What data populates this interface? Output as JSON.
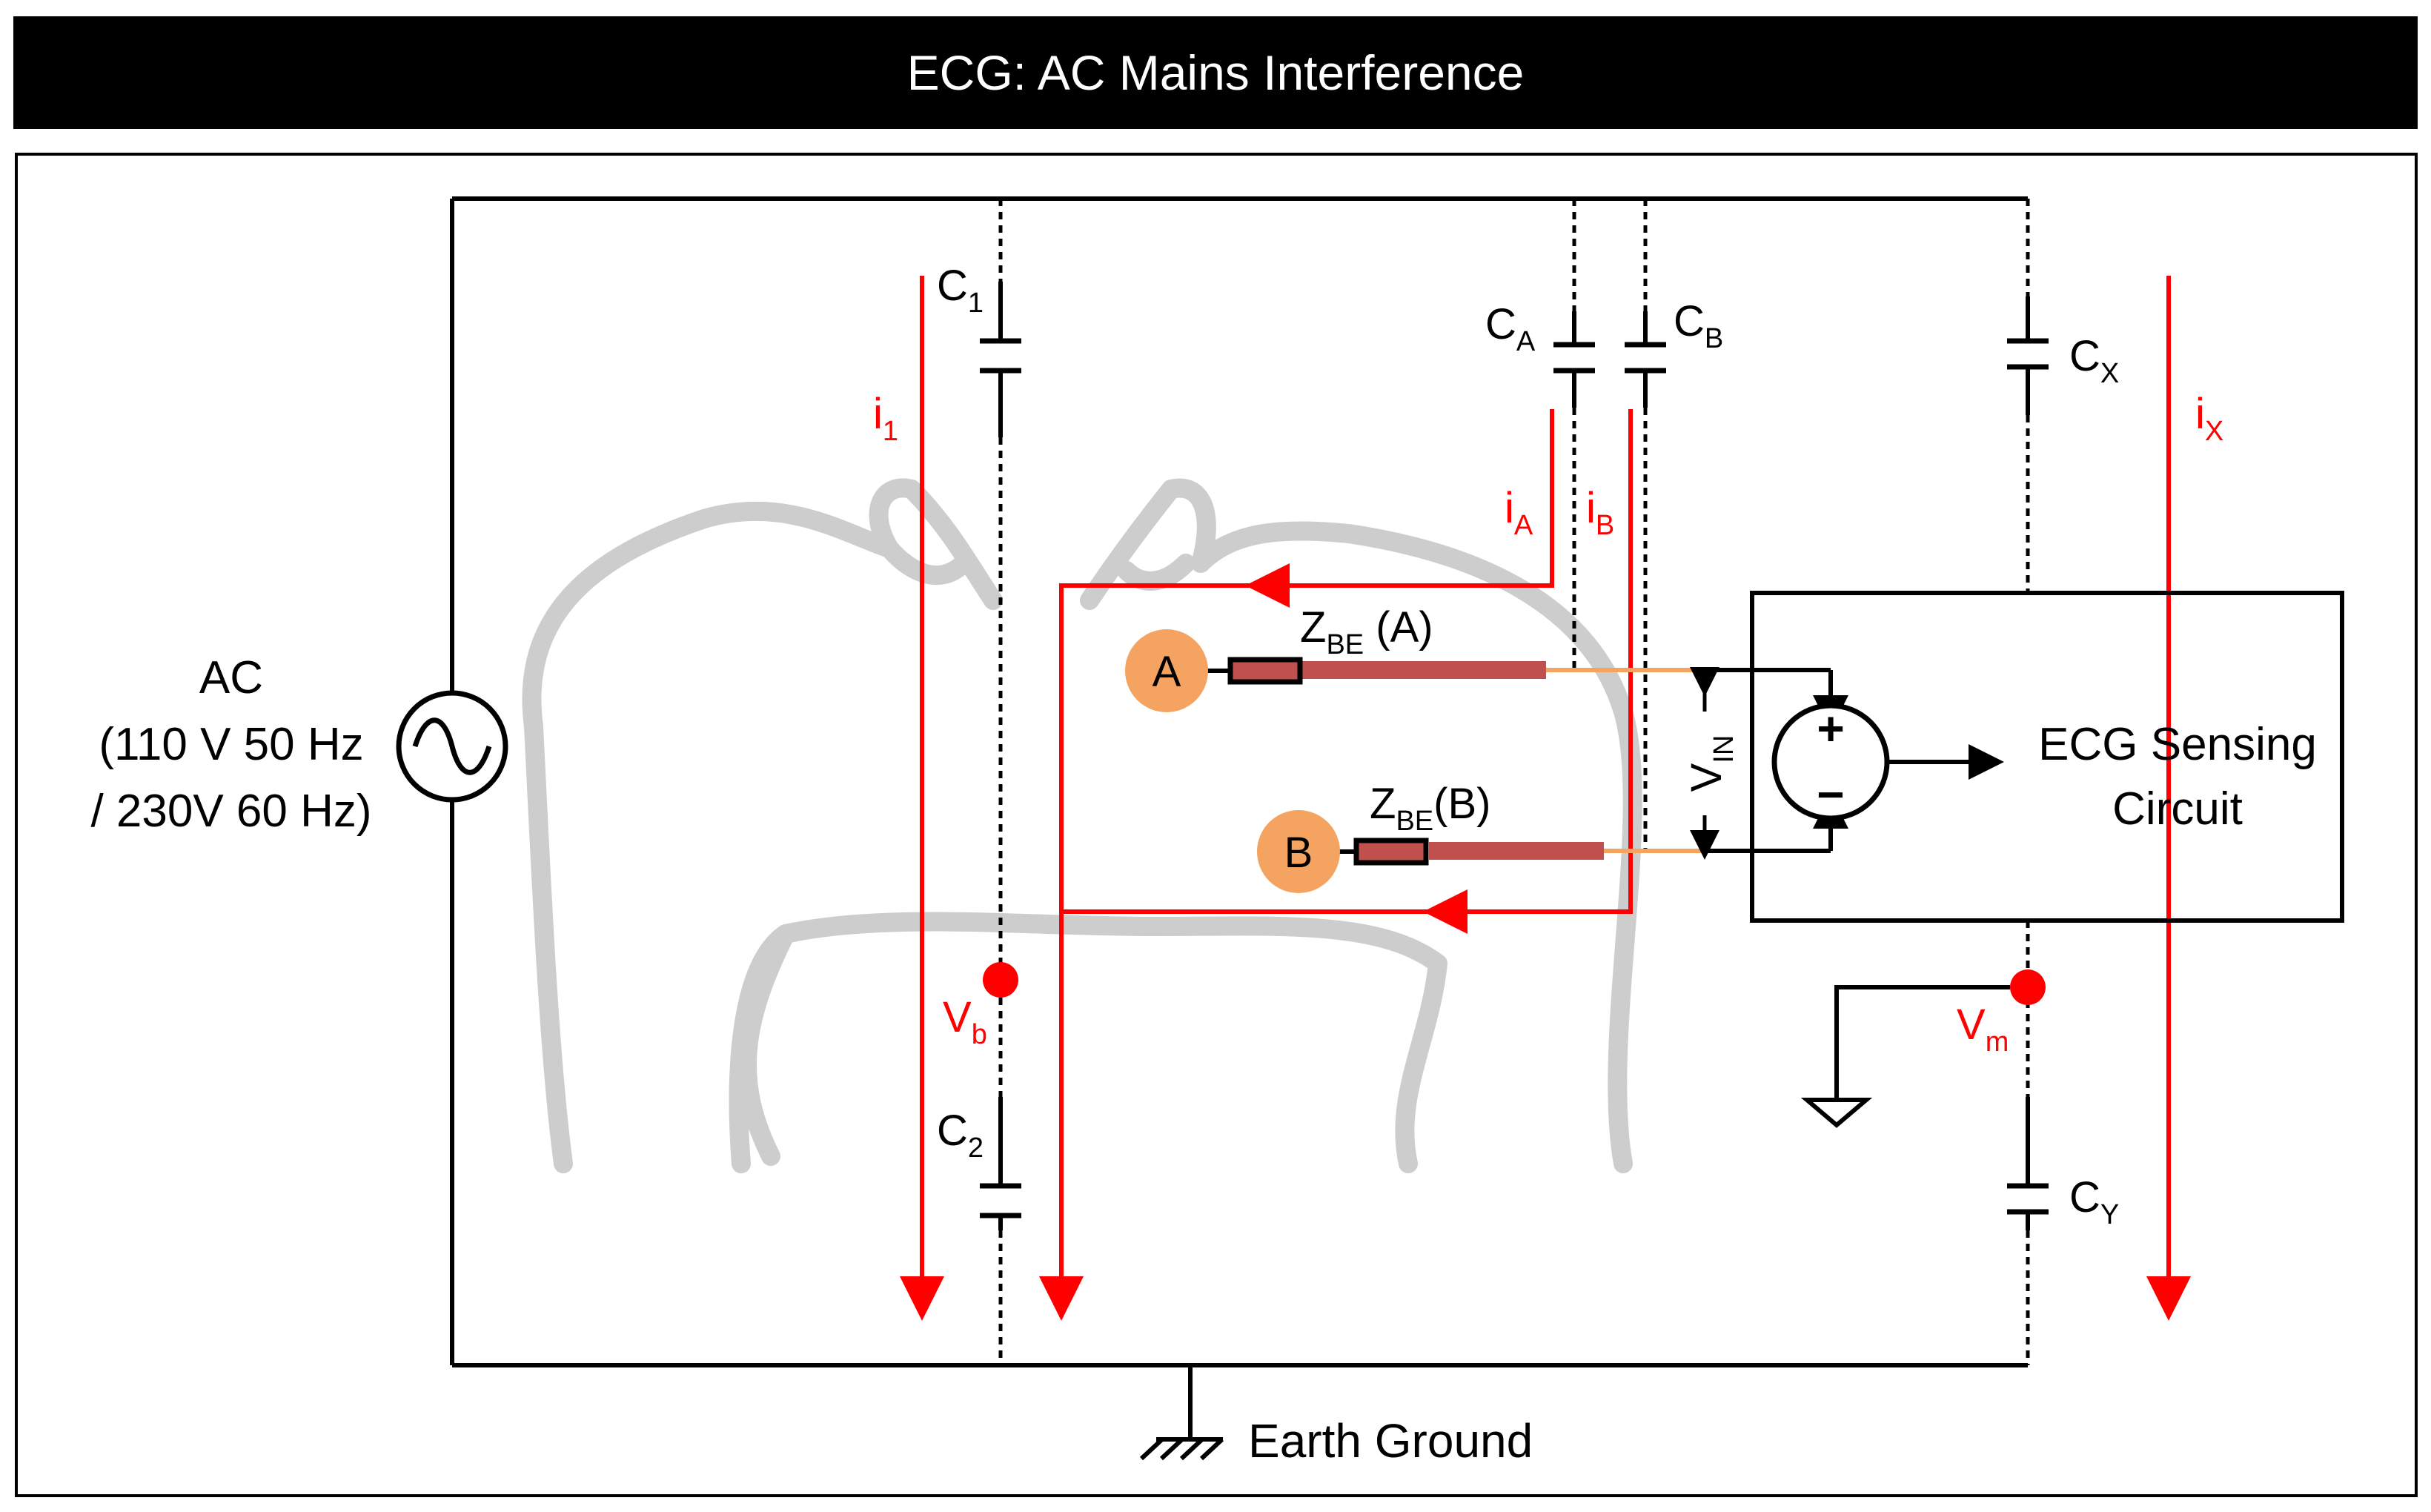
{
  "title": "ECG: AC Mains Interference",
  "source": {
    "label": "AC",
    "line2": "(110 V 50 Hz",
    "line3": "/ 230V 60 Hz)"
  },
  "ground_label": "Earth Ground",
  "sensing_circuit": {
    "line1": "ECG Sensing",
    "line2": "Circuit"
  },
  "capacitors": {
    "c1": {
      "main": "C",
      "sub": "1"
    },
    "c2": {
      "main": "C",
      "sub": "2"
    },
    "ca": {
      "main": "C",
      "sub": "A"
    },
    "cb": {
      "main": "C",
      "sub": "B"
    },
    "cx": {
      "main": "C",
      "sub": "X"
    },
    "cy": {
      "main": "C",
      "sub": "Y"
    }
  },
  "currents": {
    "i1": {
      "main": "i",
      "sub": "1"
    },
    "ia": {
      "main": "i",
      "sub": "A"
    },
    "ib": {
      "main": "i",
      "sub": "B"
    },
    "ix": {
      "main": "i",
      "sub": "X"
    }
  },
  "voltages": {
    "vb": {
      "main": "V",
      "sub": "b"
    },
    "vm": {
      "main": "V",
      "sub": "m"
    },
    "vin": {
      "main": "V",
      "sub": "IN"
    }
  },
  "electrodes": {
    "a": {
      "label": "A",
      "imp_main": "Z",
      "imp_sub": "BE",
      "imp_suffix": " (A)"
    },
    "b": {
      "label": "B",
      "imp_main": "Z",
      "imp_sub": "BE",
      "imp_suffix": "(B)"
    }
  },
  "amp_signs": {
    "plus": "+",
    "minus": "−"
  },
  "colors": {
    "current": "#ff0000",
    "electrode": "#f4a460",
    "lead": "#c0504d",
    "lead_wire": "#f4a460",
    "body_outline": "#c8c8c8",
    "wire": "#000000"
  }
}
